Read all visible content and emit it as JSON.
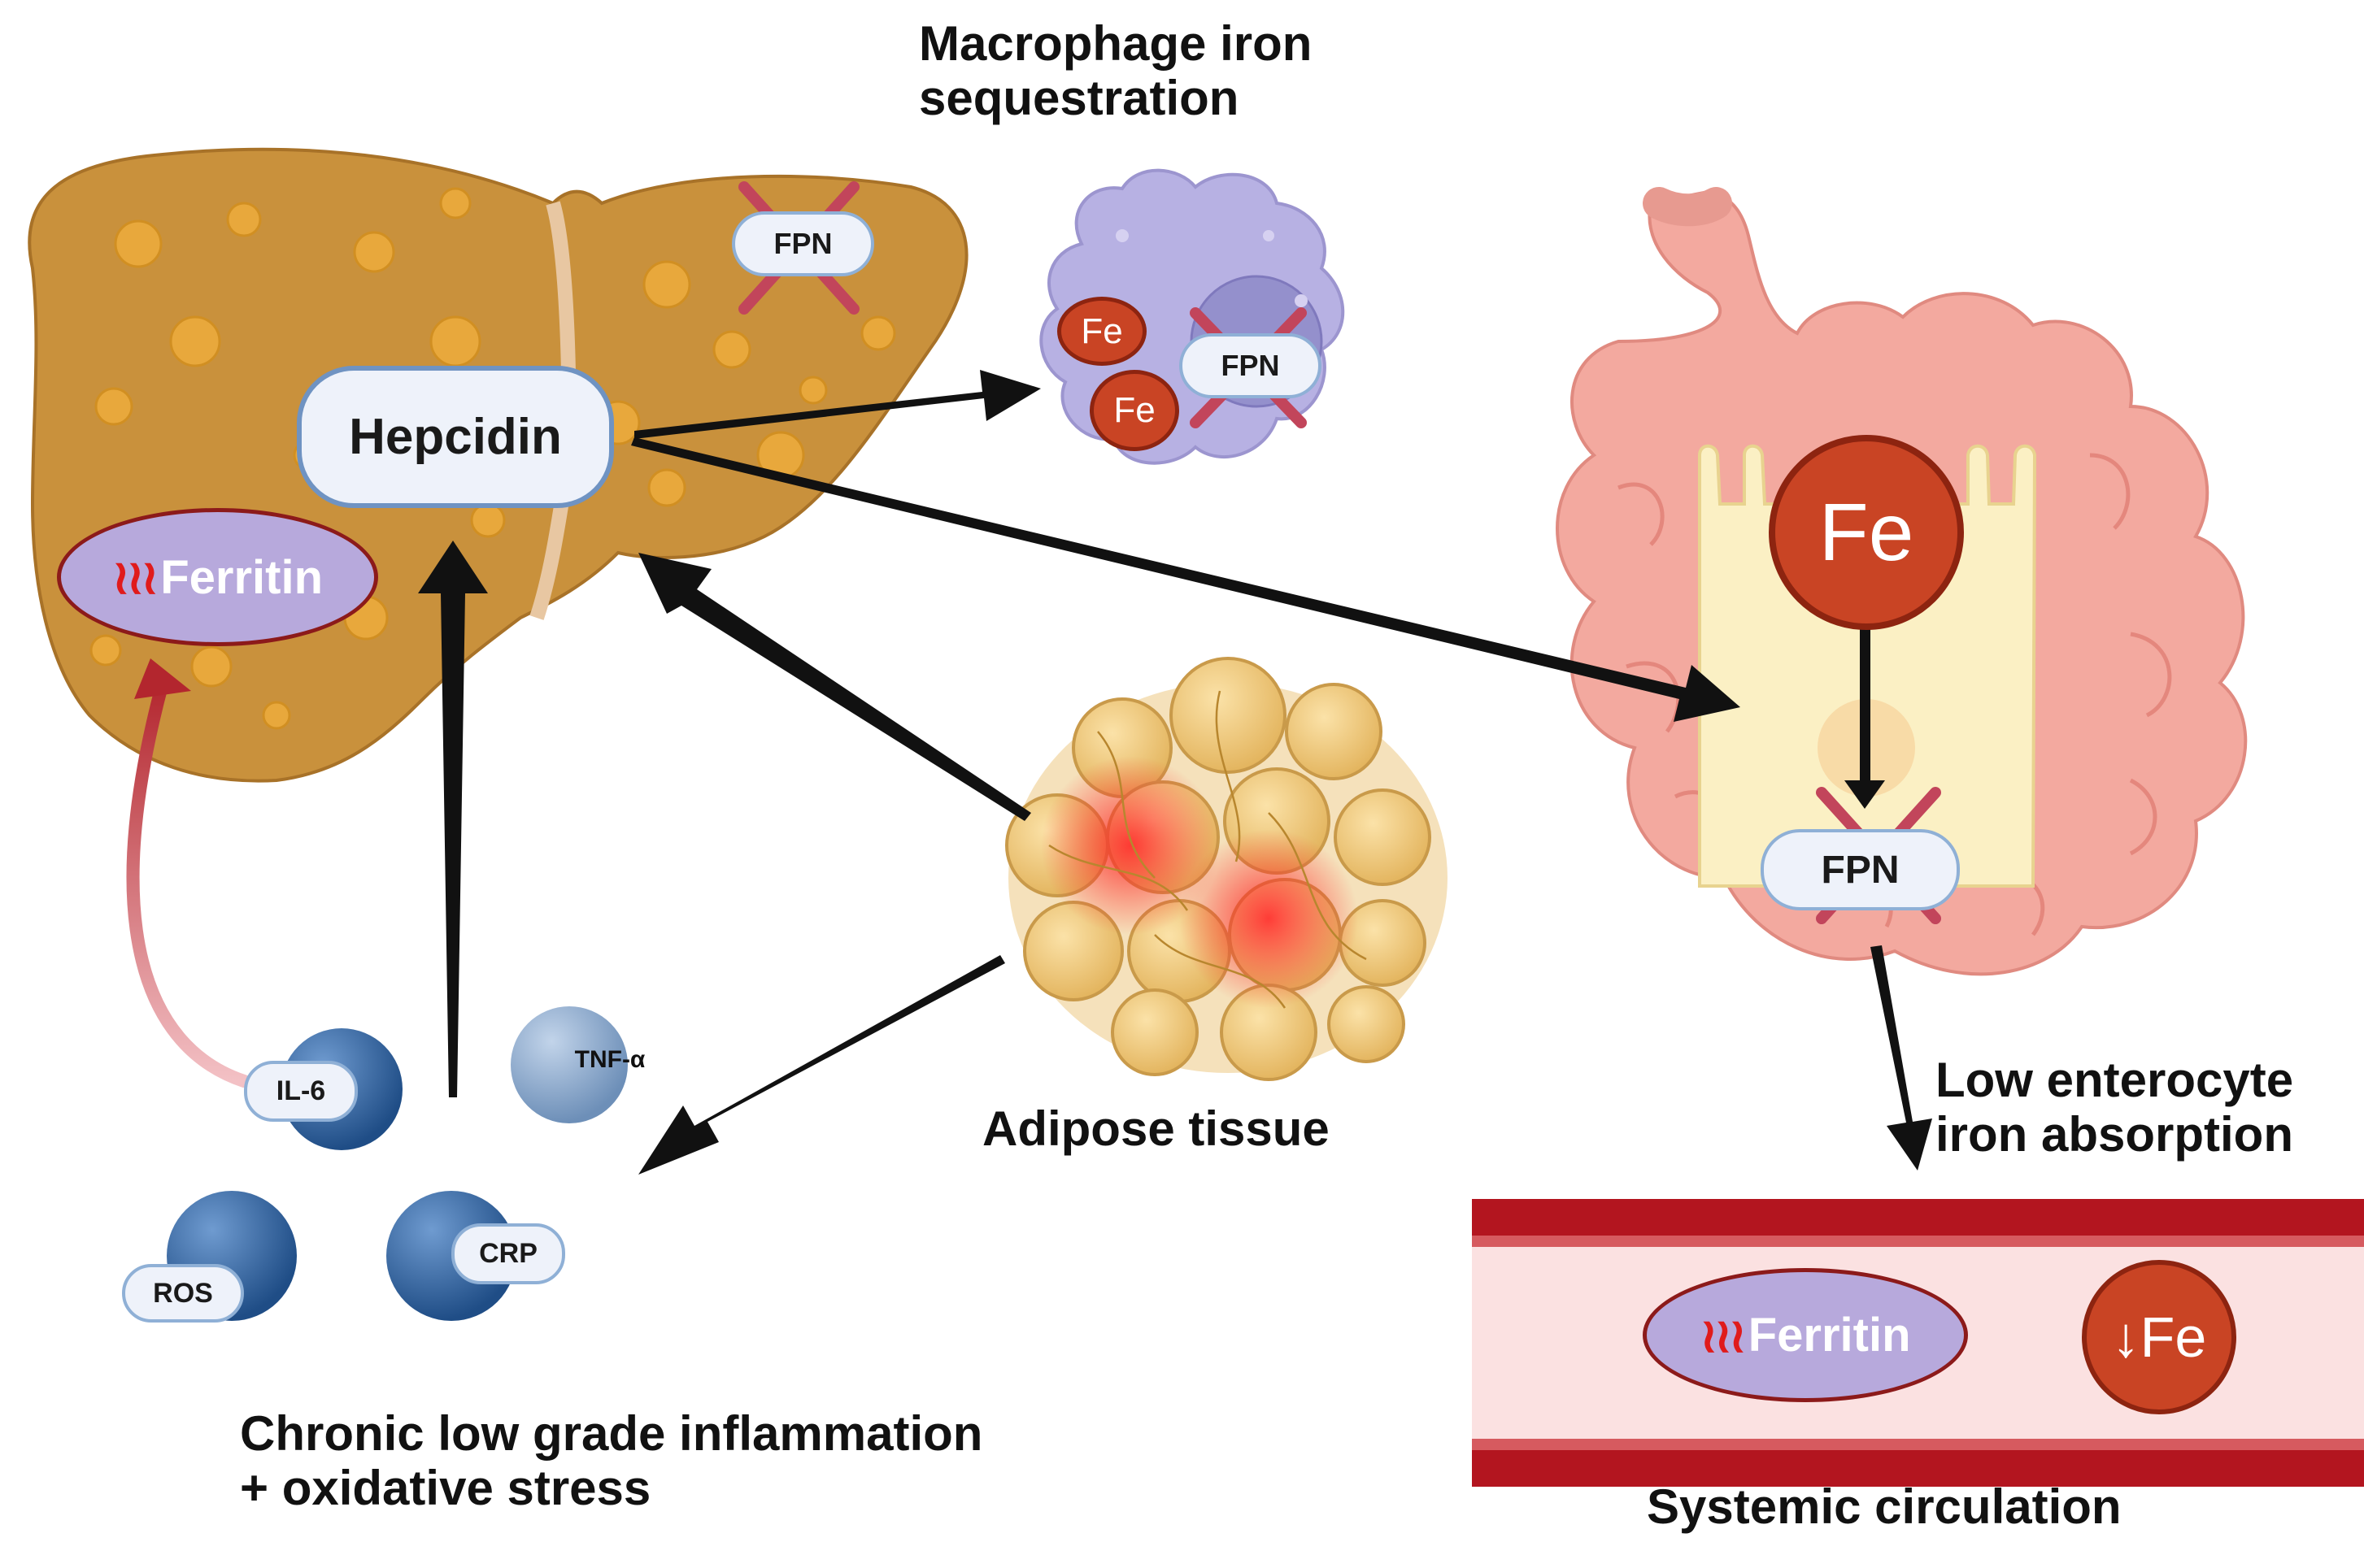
{
  "labels": {
    "macrophage_line1": "Macrophage iron",
    "macrophage_line2": "sequestration",
    "adipose": "Adipose tissue",
    "inflammation_line1": "Chronic low grade inflammation",
    "inflammation_line2": "+ oxidative stress",
    "enterocyte_line1": "Low enterocyte",
    "enterocyte_line2": "iron absorption",
    "systemic": "Systemic circulation"
  },
  "nodes": {
    "hepcidin": "Hepcidin",
    "ferritin_liver": "Ferritin",
    "ferritin_blood": "Ferritin",
    "fpn_liver": "FPN",
    "fpn_macrophage": "FPN",
    "fpn_enterocyte": "FPN",
    "fe_macrophage_1": "Fe",
    "fe_macrophage_2": "Fe",
    "fe_enterocyte": "Fe",
    "fe_blood": "Fe",
    "fe_blood_arrow": "↓",
    "il6": "IL-6",
    "tnf": "TNF-α",
    "ros": "ROS",
    "crp": "CRP"
  },
  "icons": {
    "waves": "≀≀≀"
  },
  "colors": {
    "liver": "#c9913c",
    "macrophage": "#b7b1e3",
    "intestine": "#f3a99f",
    "enterocyte": "#fbf0c4",
    "vessel": "#b3151f",
    "iron": "#c94424",
    "inhibit_cross": "#c2455b",
    "arrow": "#111111",
    "ferritin_oval": "#b7a9dc",
    "cytokine": "#3a6aa3"
  }
}
